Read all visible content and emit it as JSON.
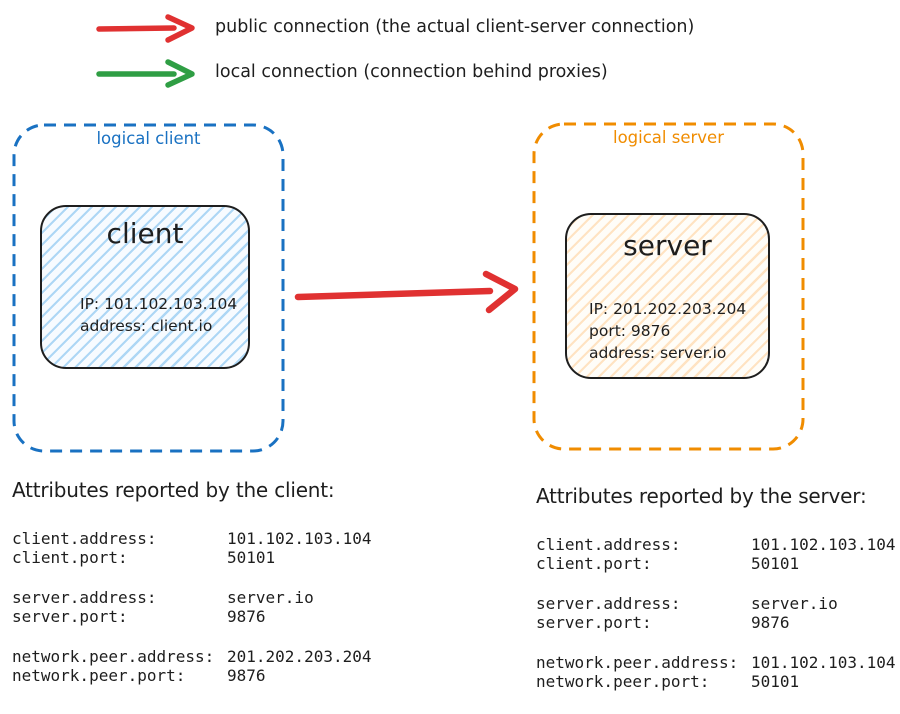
{
  "colors": {
    "red": "#e03131",
    "green": "#2f9e44",
    "blue": "#1971c2",
    "orange": "#f08c00",
    "ink": "#1e1e1e",
    "client_hatch": "#a5d8ff",
    "server_hatch": "#ffd8a8"
  },
  "legend": {
    "items": [
      {
        "icon": "public-connection-arrow-icon",
        "color": "#e03131",
        "label": "public connection (the actual client-server connection)"
      },
      {
        "icon": "local-connection-arrow-icon",
        "color": "#2f9e44",
        "label": "local connection (connection behind proxies)"
      }
    ]
  },
  "logical_client": {
    "label": "logical client",
    "node": {
      "title": "client",
      "lines": [
        "IP: 101.102.103.104",
        "address: client.io"
      ]
    }
  },
  "logical_server": {
    "label": "logical server",
    "node": {
      "title": "server",
      "lines": [
        "IP: 201.202.203.204",
        "port: 9876",
        "address: server.io"
      ]
    }
  },
  "connection_arrow": {
    "type": "public connection",
    "color": "#e03131"
  },
  "client_attributes": {
    "heading": "Attributes reported by the client:",
    "groups": [
      [
        {
          "key": "client.address:",
          "value": "101.102.103.104"
        },
        {
          "key": "client.port:",
          "value": "50101"
        }
      ],
      [
        {
          "key": "server.address:",
          "value": "server.io"
        },
        {
          "key": "server.port:",
          "value": "9876"
        }
      ],
      [
        {
          "key": "network.peer.address:",
          "value": "201.202.203.204"
        },
        {
          "key": "network.peer.port:",
          "value": "9876"
        }
      ]
    ]
  },
  "server_attributes": {
    "heading": "Attributes reported by the server:",
    "groups": [
      [
        {
          "key": "client.address:",
          "value": "101.102.103.104"
        },
        {
          "key": "client.port:",
          "value": "50101"
        }
      ],
      [
        {
          "key": "server.address:",
          "value": "server.io"
        },
        {
          "key": "server.port:",
          "value": "9876"
        }
      ],
      [
        {
          "key": "network.peer.address:",
          "value": "101.102.103.104"
        },
        {
          "key": "network.peer.port:",
          "value": "50101"
        }
      ]
    ]
  }
}
